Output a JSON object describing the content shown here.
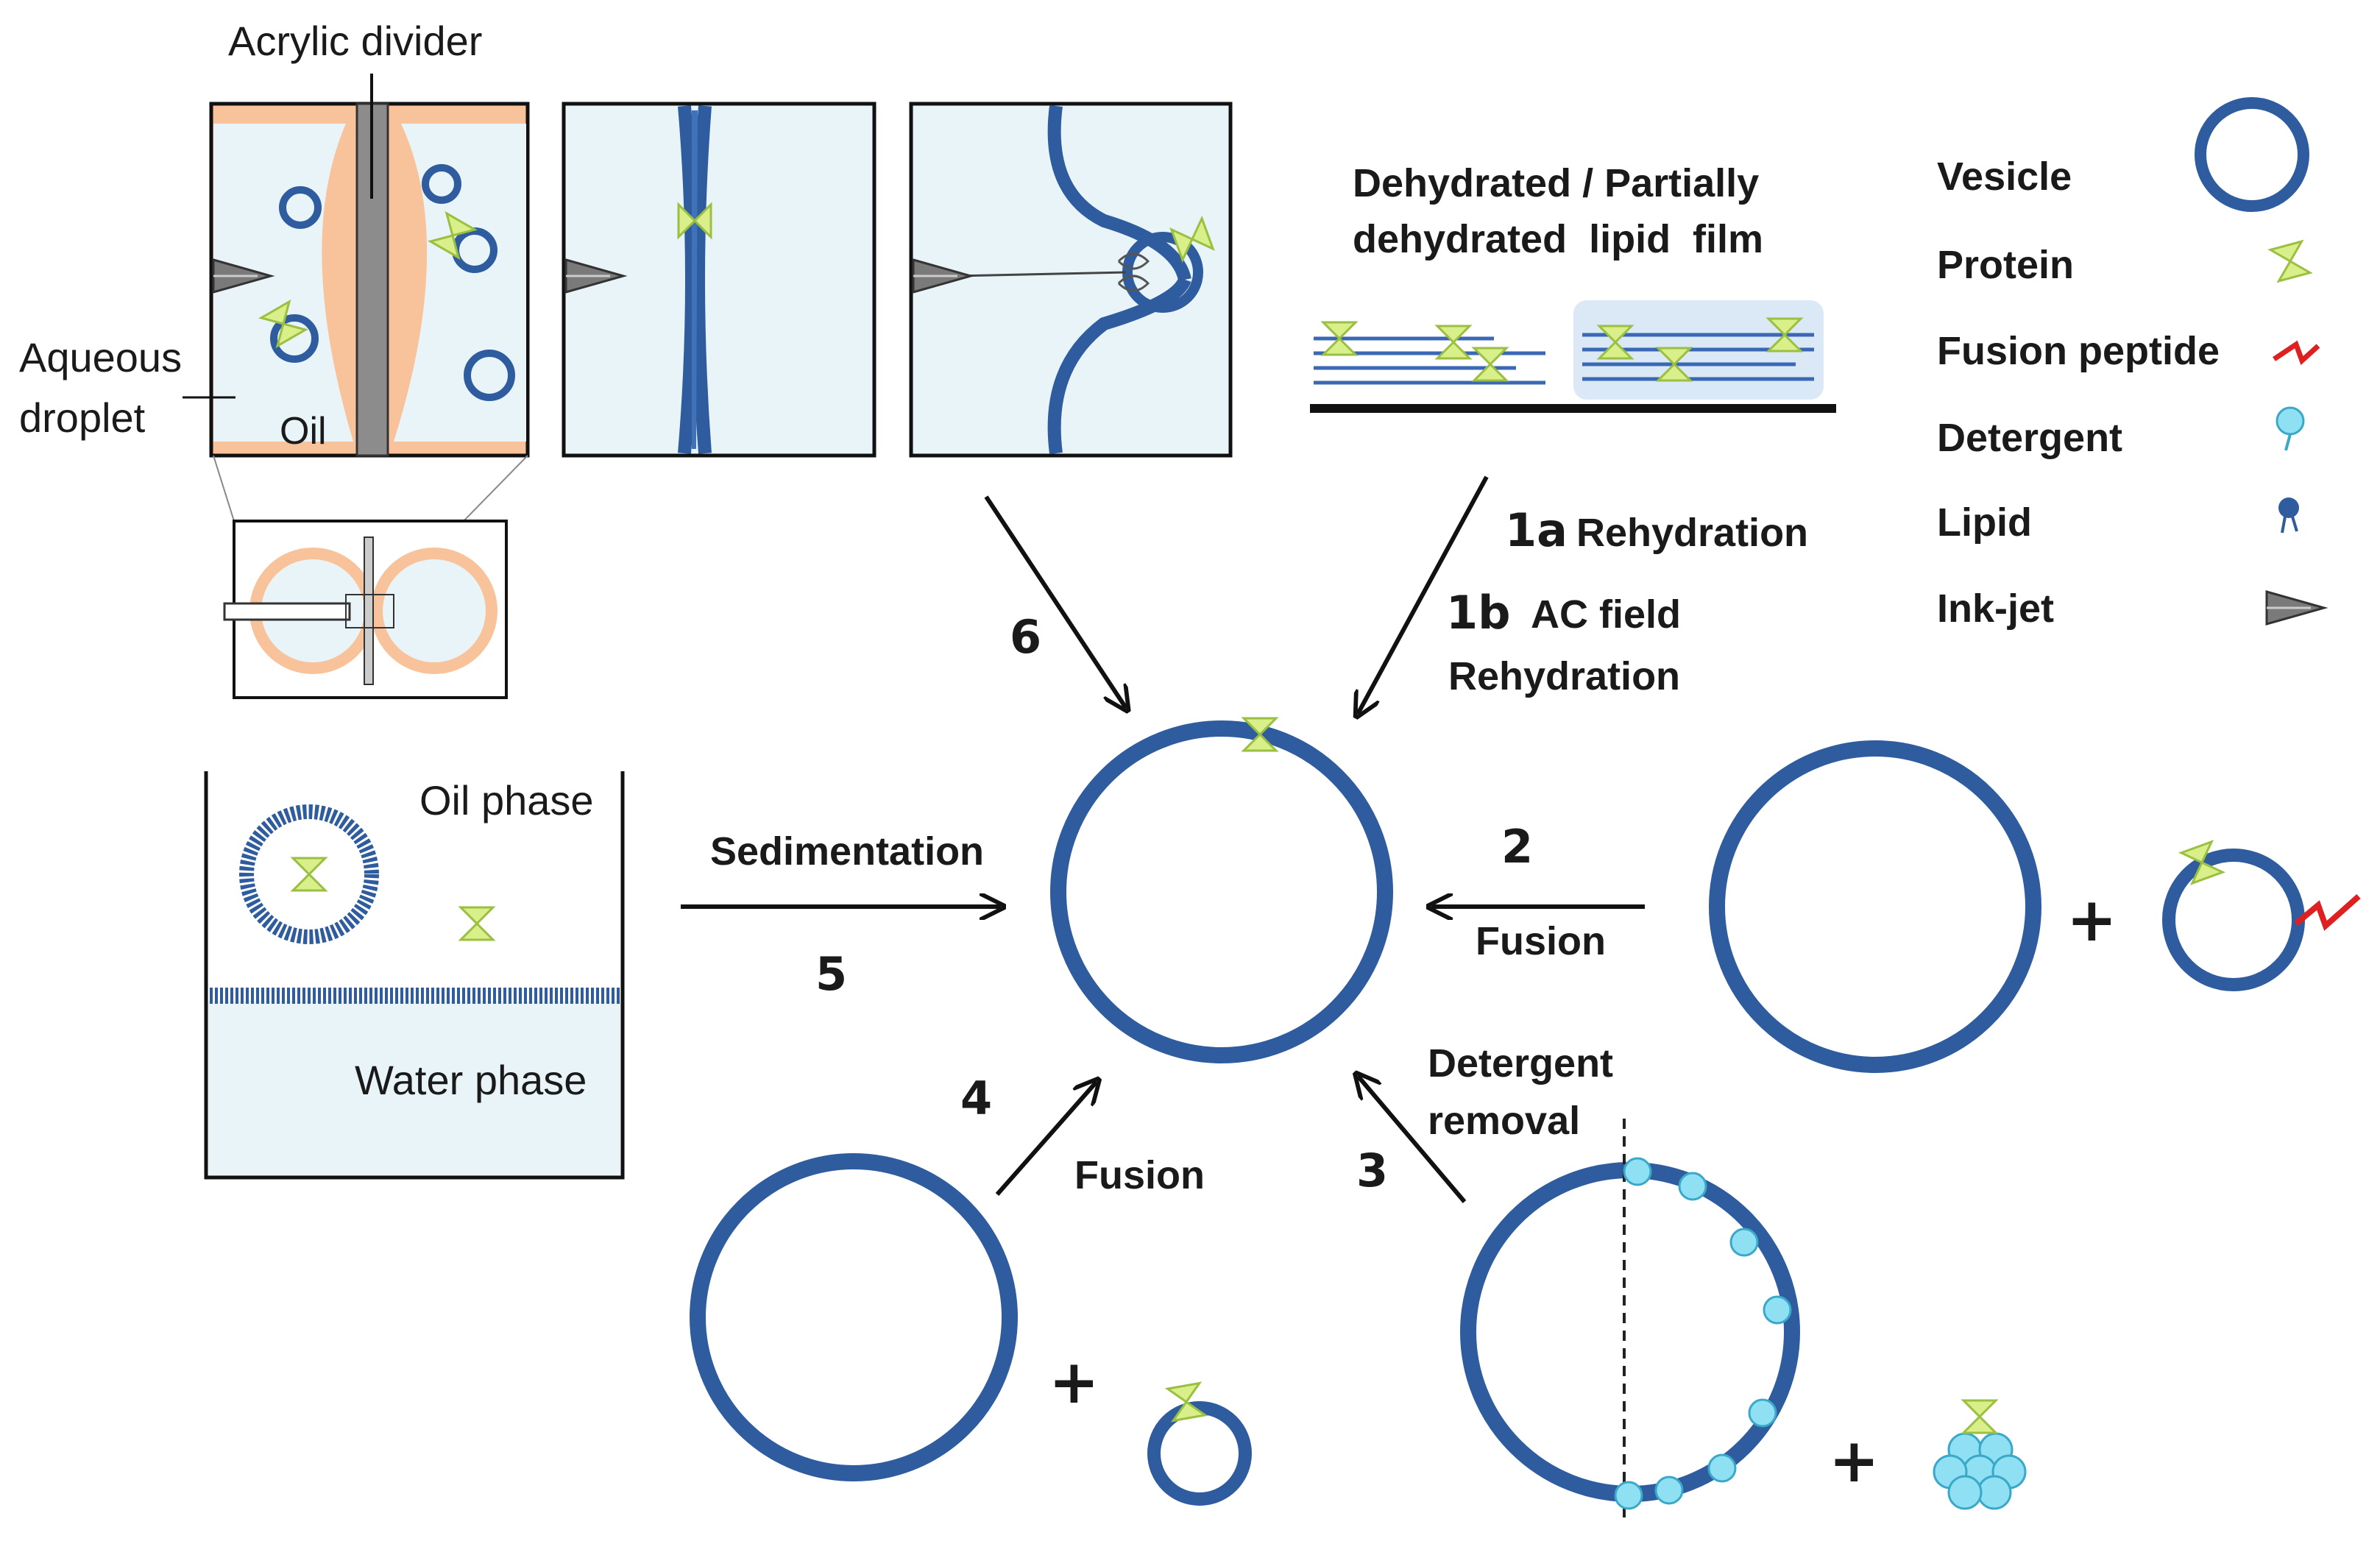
{
  "labels": {
    "acrylic_divider": "Acrylic divider",
    "aqueous": "Aqueous",
    "droplet": "droplet",
    "oil": "Oil",
    "film_title_1": "Dehydrated / Partially",
    "film_title_2": "dehydrated  lipid  film",
    "oil_phase": "Oil phase",
    "water_phase": "Water phase"
  },
  "routes": {
    "r1a_num": "1a",
    "r1a_text": "Rehydration",
    "r1b_num": "1b",
    "r1b_text_1": "AC field",
    "r1b_text_2": "Rehydration",
    "r2_num": "2",
    "r2_text": "Fusion",
    "r3_num": "3",
    "r3_text_1": "Detergent",
    "r3_text_2": "removal",
    "r4_num": "4",
    "r4_text": "Fusion",
    "r5_num": "5",
    "r5_text": "Sedimentation",
    "r6_num": "6",
    "plus": "+"
  },
  "legend": {
    "items": [
      {
        "label": "Vesicle",
        "icon": "vesicle-icon"
      },
      {
        "label": "Protein",
        "icon": "protein-icon"
      },
      {
        "label": "Fusion peptide",
        "icon": "fusion-peptide-icon"
      },
      {
        "label": "Detergent",
        "icon": "detergent-icon"
      },
      {
        "label": "Lipid",
        "icon": "lipid-icon"
      },
      {
        "label": "Ink-jet",
        "icon": "ink-jet-icon"
      }
    ]
  },
  "colors": {
    "membrane": "#2e5c9e",
    "protein": "#d9f08a",
    "oil": "#f8c39a",
    "water": "#e8f4f8",
    "detergent": "#8ee0f2",
    "fusion_peptide": "#e02020"
  }
}
